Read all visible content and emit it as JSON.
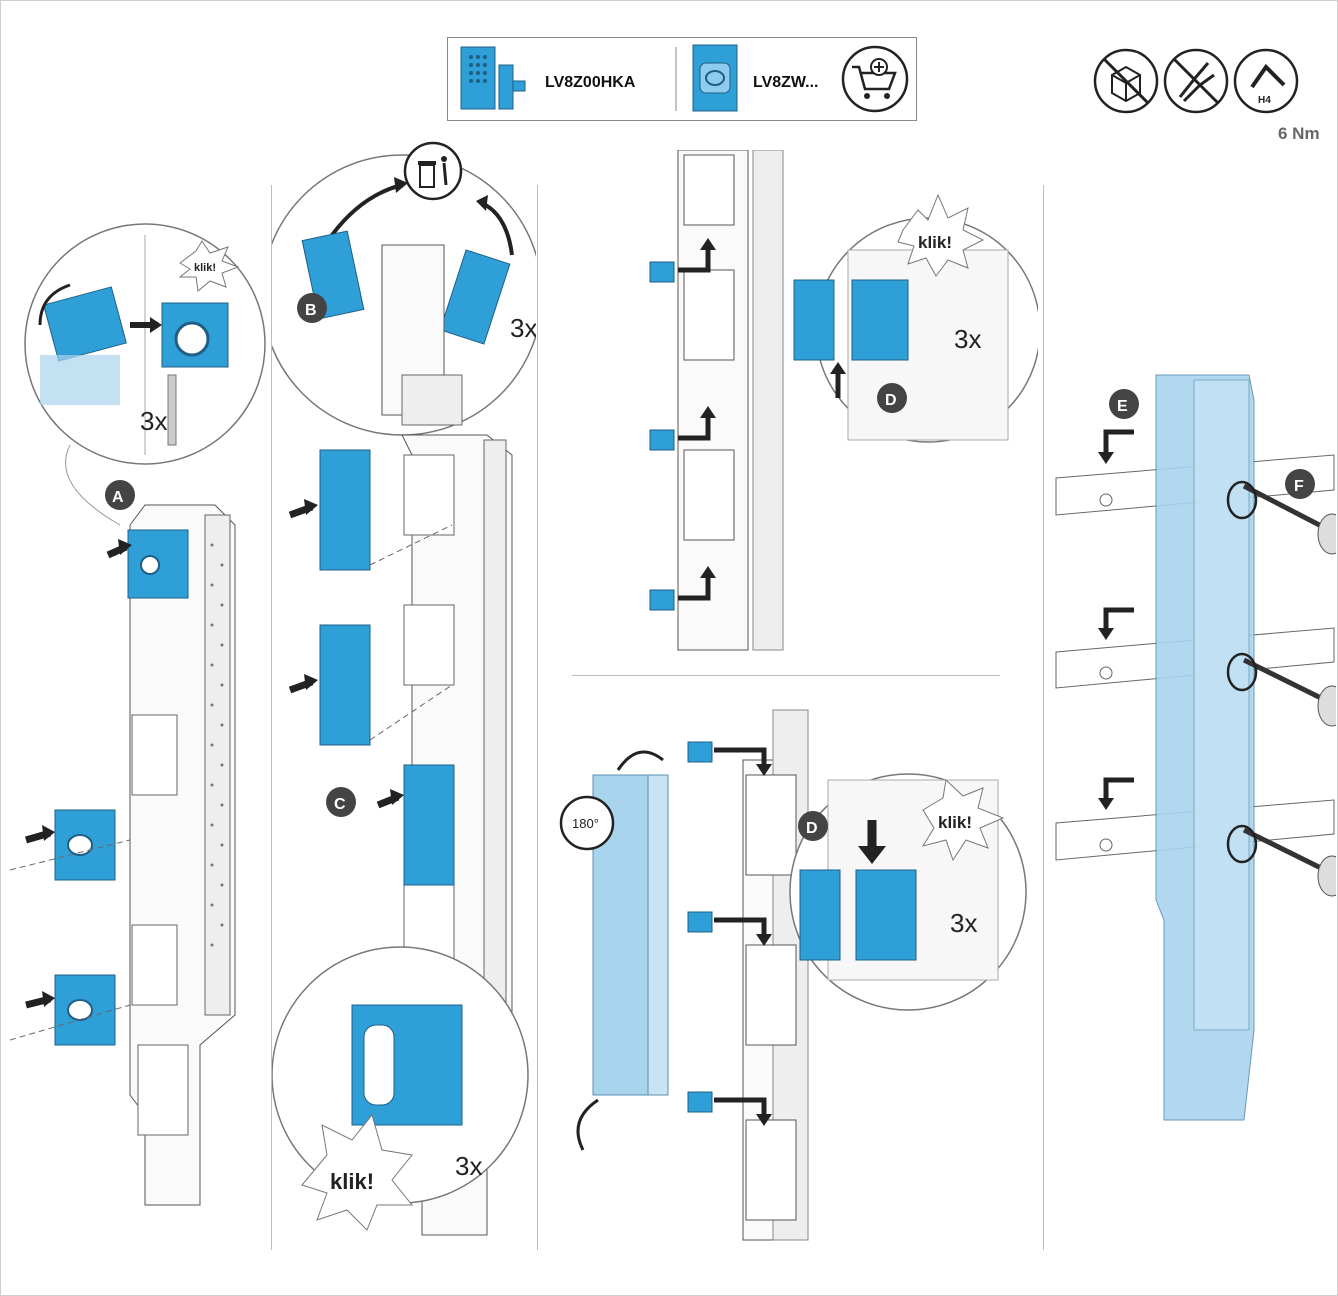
{
  "header": {
    "kit_ref": "LV8Z00HKA",
    "cover_ref": "LV8ZW...",
    "torque": "6 Nm",
    "hex_size": "H4"
  },
  "steps": {
    "a": "A",
    "b": "B",
    "c": "C",
    "d": "D",
    "e": "E",
    "f": "F"
  },
  "callouts": {
    "click": "klik!",
    "times3": "3x",
    "rotate": "180°"
  },
  "colors": {
    "accent": "#2f9fd8",
    "accent_light": "#a9d4ee",
    "line": "#555555"
  }
}
